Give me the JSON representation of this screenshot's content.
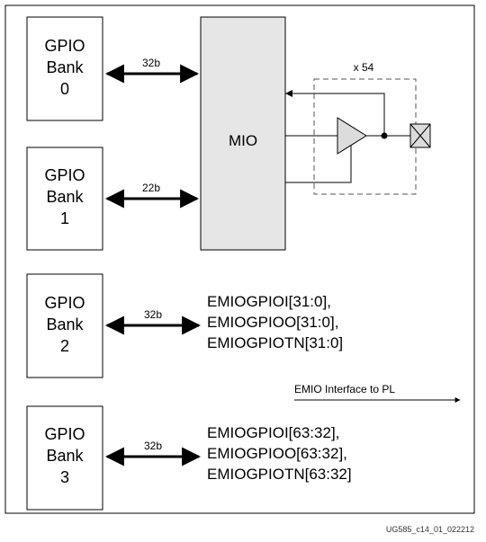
{
  "gpio_banks": [
    {
      "lines": [
        "GPIO",
        "Bank",
        "0"
      ],
      "bus_width": "32b"
    },
    {
      "lines": [
        "GPIO",
        "Bank",
        "1"
      ],
      "bus_width": "22b"
    },
    {
      "lines": [
        "GPIO",
        "Bank",
        "2"
      ],
      "bus_width": "32b"
    },
    {
      "lines": [
        "GPIO",
        "Bank",
        "3"
      ],
      "bus_width": "32b"
    }
  ],
  "mio_label": "MIO",
  "pin_multiplier": "x 54",
  "emio_signals_bank2": [
    "EMIOGPIOI[31:0],",
    "EMIOGPIOO[31:0],",
    "EMIOGPIOTN[31:0]"
  ],
  "emio_signals_bank3": [
    "EMIOGPIOI[63:32],",
    "EMIOGPIOO[63:32],",
    "EMIOGPIOTN[63:32]"
  ],
  "emio_interface_label": "EMIO Interface to PL",
  "figure_id": "UG585_c14_01_022212",
  "colors": {
    "mio_fill": "#e6e6e6",
    "pad_fill": "#dcdcdc",
    "line": "#000000",
    "dash": "#555555"
  }
}
